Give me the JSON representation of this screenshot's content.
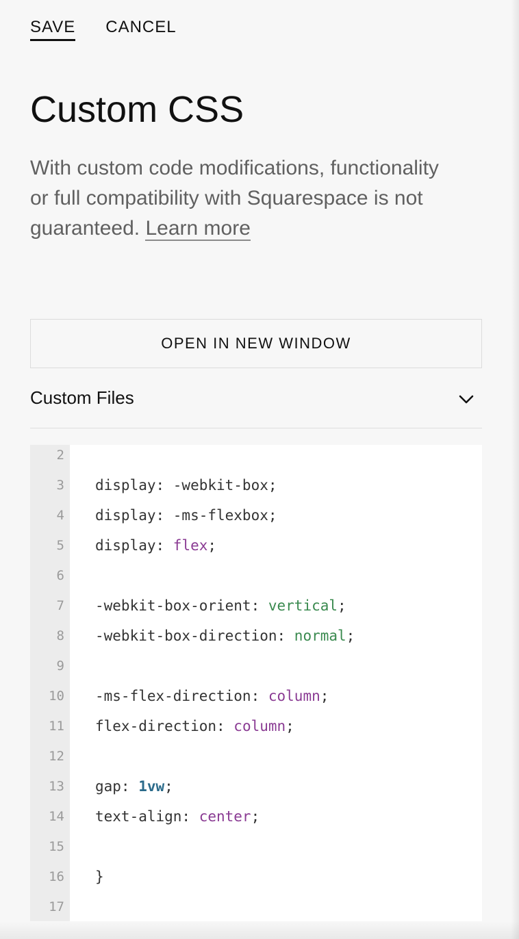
{
  "toolbar": {
    "save_label": "SAVE",
    "cancel_label": "CANCEL"
  },
  "page": {
    "title": "Custom CSS",
    "description": "With custom code modifications, functionality or full compatibility with Squarespace is not guaranteed.",
    "learn_more": "Learn more"
  },
  "open_window_label": "OPEN IN NEW WINDOW",
  "custom_files": {
    "label": "Custom Files",
    "icon": "chevron-down-icon"
  },
  "colors": {
    "keyword": "#8a3b93",
    "value_green": "#3a8a4f",
    "number": "#2a6a8a",
    "text": "#333333"
  },
  "code_lines": [
    {
      "n": "2",
      "tokens": []
    },
    {
      "n": "3",
      "tokens": [
        {
          "t": "display: -webkit-box;",
          "c": "prop"
        }
      ]
    },
    {
      "n": "4",
      "tokens": [
        {
          "t": "display: -ms-flexbox;",
          "c": "prop"
        }
      ]
    },
    {
      "n": "5",
      "tokens": [
        {
          "t": "display: ",
          "c": "prop"
        },
        {
          "t": "flex",
          "c": "kw"
        },
        {
          "t": ";",
          "c": "punc"
        }
      ]
    },
    {
      "n": "6",
      "tokens": []
    },
    {
      "n": "7",
      "tokens": [
        {
          "t": "-webkit-box-orient: ",
          "c": "prop"
        },
        {
          "t": "vertical",
          "c": "str"
        },
        {
          "t": ";",
          "c": "punc"
        }
      ]
    },
    {
      "n": "8",
      "tokens": [
        {
          "t": "-webkit-box-direction: ",
          "c": "prop"
        },
        {
          "t": "normal",
          "c": "str"
        },
        {
          "t": ";",
          "c": "punc"
        }
      ]
    },
    {
      "n": "9",
      "tokens": []
    },
    {
      "n": "10",
      "tokens": [
        {
          "t": "-ms-flex-direction: ",
          "c": "prop"
        },
        {
          "t": "column",
          "c": "kw"
        },
        {
          "t": ";",
          "c": "punc"
        }
      ]
    },
    {
      "n": "11",
      "tokens": [
        {
          "t": "flex-direction: ",
          "c": "prop"
        },
        {
          "t": "column",
          "c": "kw"
        },
        {
          "t": ";",
          "c": "punc"
        }
      ]
    },
    {
      "n": "12",
      "tokens": []
    },
    {
      "n": "13",
      "tokens": [
        {
          "t": "gap: ",
          "c": "prop"
        },
        {
          "t": "1vw",
          "c": "num"
        },
        {
          "t": ";",
          "c": "punc"
        }
      ]
    },
    {
      "n": "14",
      "tokens": [
        {
          "t": "text-align: ",
          "c": "prop"
        },
        {
          "t": "center",
          "c": "kw"
        },
        {
          "t": ";",
          "c": "punc"
        }
      ]
    },
    {
      "n": "15",
      "tokens": []
    },
    {
      "n": "16",
      "tokens": [
        {
          "t": "}",
          "c": "punc"
        }
      ]
    },
    {
      "n": "17",
      "tokens": []
    }
  ]
}
